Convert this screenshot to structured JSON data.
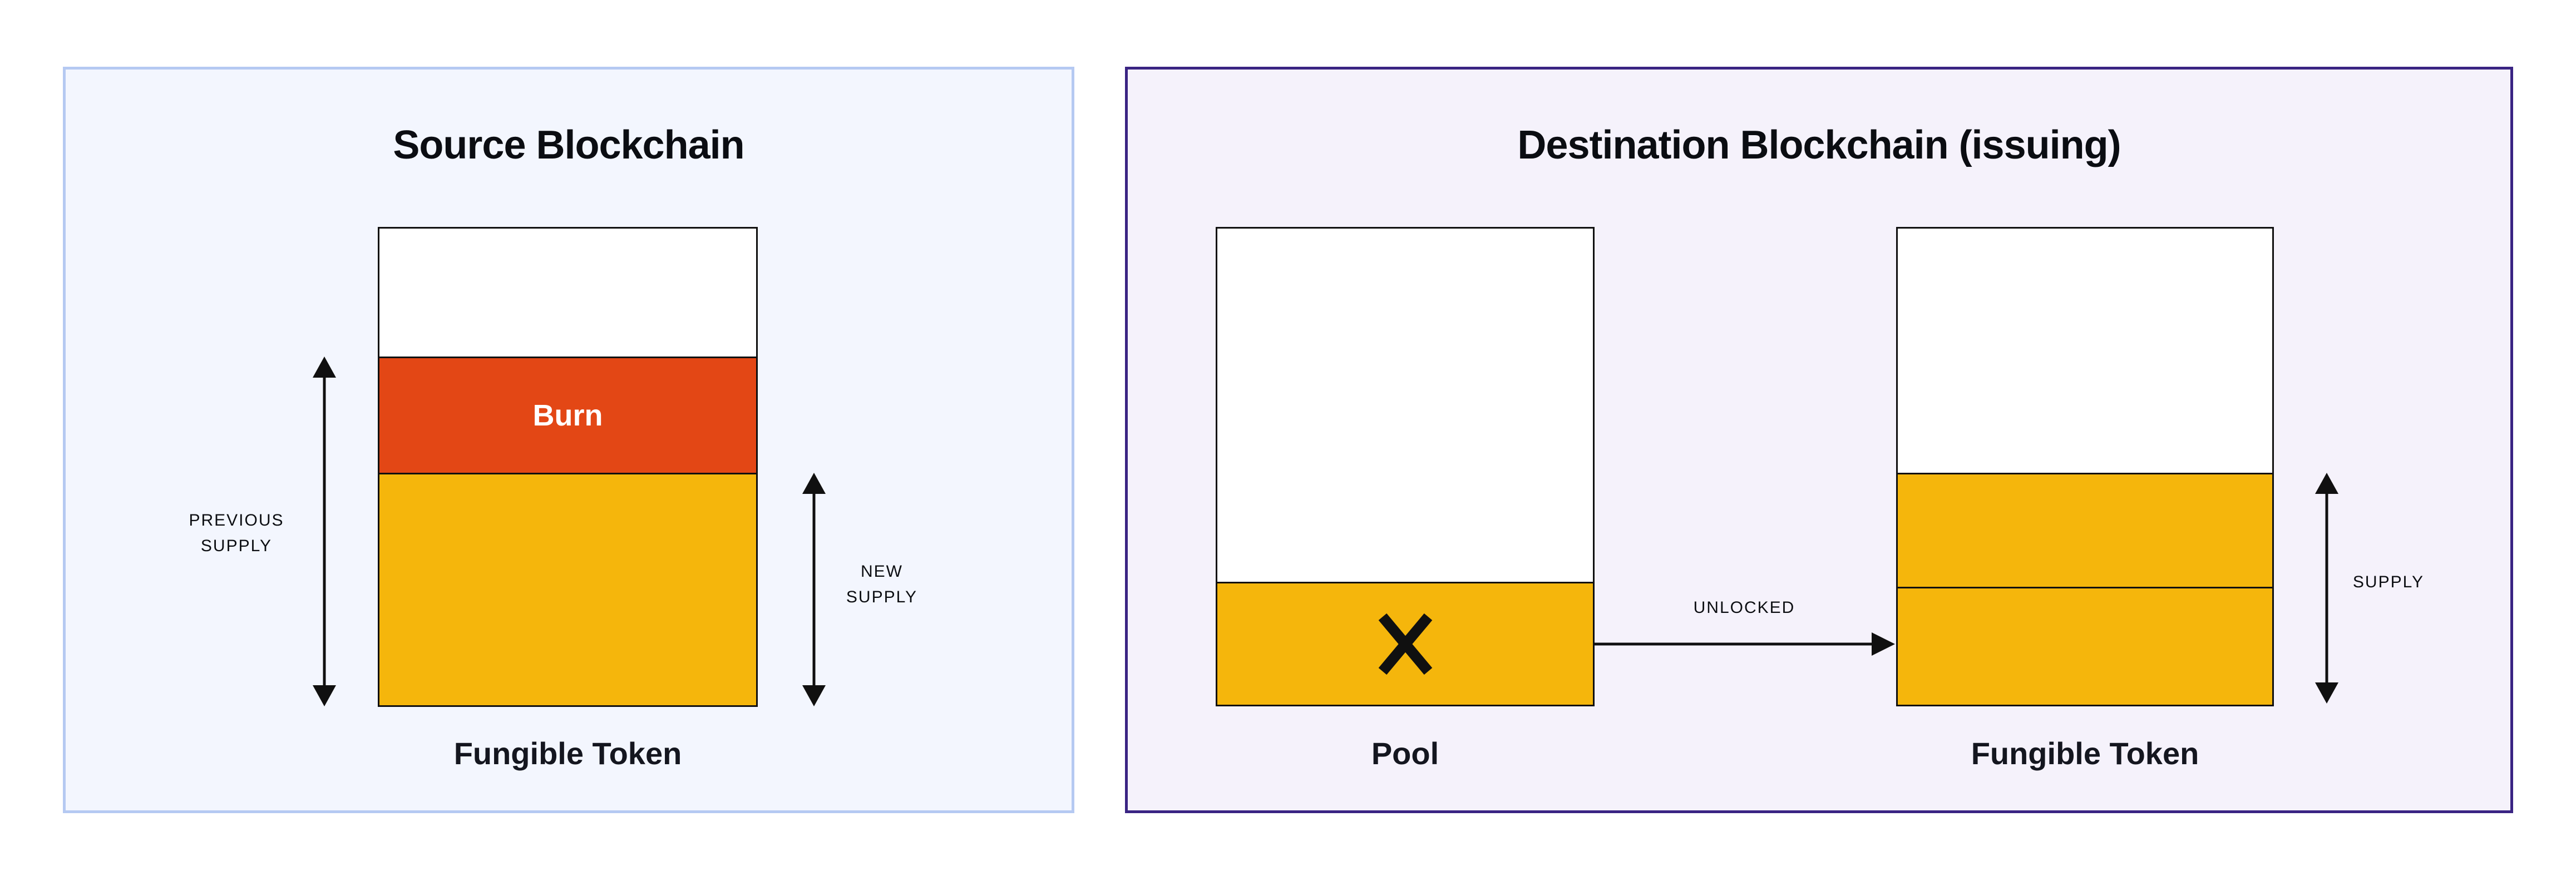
{
  "diagram": {
    "source_panel": {
      "title": "Source Blockchain",
      "bar_label": "Fungible Token",
      "burn_label": "Burn",
      "previous_supply_line1": "PREVIOUS",
      "previous_supply_line2": "SUPPLY",
      "new_supply_line1": "NEW",
      "new_supply_line2": "SUPPLY",
      "colors": {
        "panel_background": "#F3F6FE",
        "panel_border": "#B5C9F2",
        "burn_fill": "#E34715",
        "burn_text": "#FFFFFF",
        "supply_fill": "#F5B60C"
      }
    },
    "destination_panel": {
      "title": "Destination Blockchain (issuing)",
      "pool_label": "Pool",
      "token_label": "Fungible Token",
      "unlocked_label": "UNLOCKED",
      "supply_label": "SUPPLY",
      "x_mark": "cross-out",
      "colors": {
        "panel_background": "#F5F2FB",
        "panel_border": "#3A2483",
        "supply_fill": "#F5B60C"
      }
    },
    "shared": {
      "colors": {
        "bar_border": "#101010",
        "bar_empty_fill": "#FFFFFF",
        "arrow": "#101010",
        "text_dark": "#0C0E12",
        "label_dark": "#14161F",
        "page_background": "#FFFFFF"
      }
    }
  }
}
